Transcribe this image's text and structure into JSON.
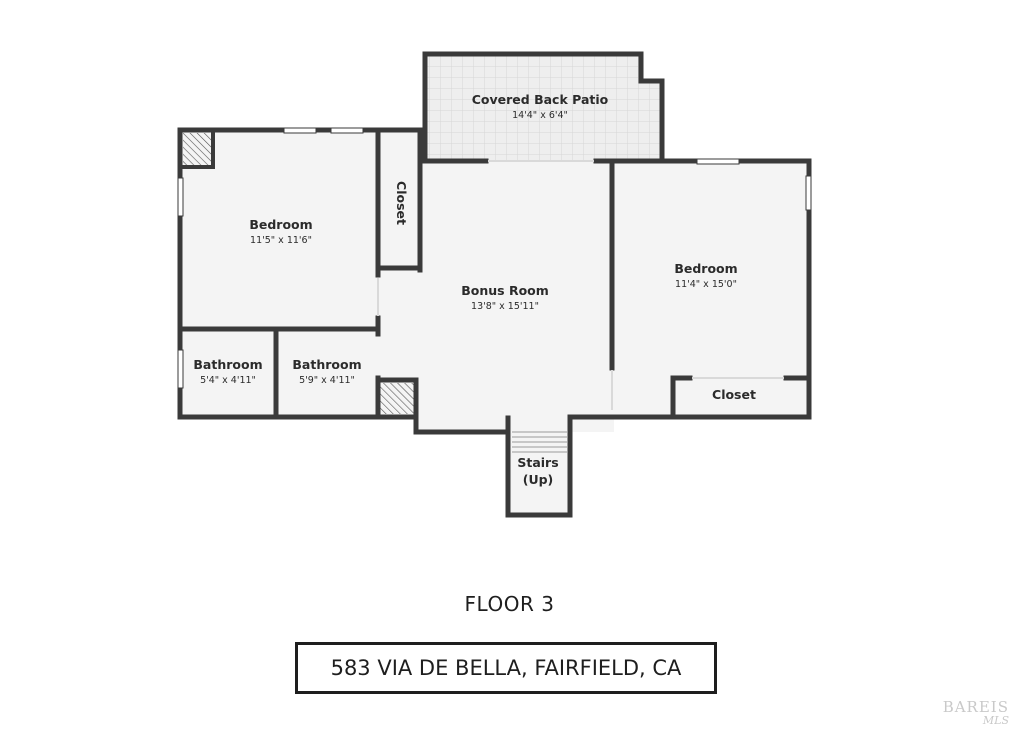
{
  "rooms": {
    "patio": {
      "name": "Covered Back Patio",
      "dims": "14'4\" x 6'4\""
    },
    "bedroom_left": {
      "name": "Bedroom",
      "dims": "11'5\" x 11'6\""
    },
    "closet_top": {
      "name": "Closet"
    },
    "bonus_room": {
      "name": "Bonus Room",
      "dims": "13'8\" x 15'11\""
    },
    "bedroom_right": {
      "name": "Bedroom",
      "dims": "11'4\" x 15'0\""
    },
    "bathroom_1": {
      "name": "Bathroom",
      "dims": "5'4\" x 4'11\""
    },
    "bathroom_2": {
      "name": "Bathroom",
      "dims": "5'9\" x 4'11\""
    },
    "closet_right": {
      "name": "Closet"
    },
    "stairs": {
      "line1": "Stairs",
      "line2": "(Up)"
    }
  },
  "floor_label": "FLOOR 3",
  "address": "583 VIA DE BELLA, FAIRFIELD, CA",
  "watermark": {
    "line1": "BAREIS",
    "line2": "MLS"
  },
  "colors": {
    "wall": "#3a3a3a",
    "floor": "#f4f4f4",
    "patio": "#eeeeee",
    "text": "#2b2b2b"
  }
}
